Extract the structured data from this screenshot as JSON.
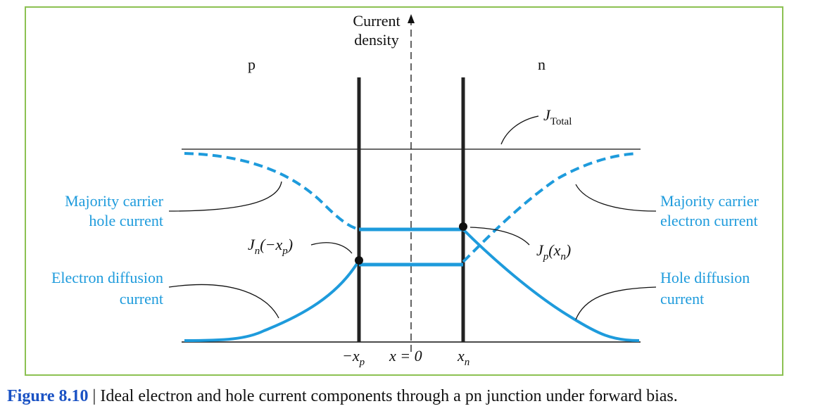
{
  "diagram": {
    "axis_label": "Current density",
    "region_p": "p",
    "region_n": "n",
    "j_total": {
      "base": "J",
      "sub": "Total"
    },
    "jn_label": {
      "base": "J",
      "sub": "n",
      "arg": "(−x",
      "arg_sub": "p",
      "close": ")"
    },
    "jp_label": {
      "base": "J",
      "sub": "p",
      "arg": "(x",
      "arg_sub": "n",
      "close": ")"
    },
    "majority_hole": [
      "Majority carrier",
      "hole current"
    ],
    "majority_electron": [
      "Majority carrier",
      "electron current"
    ],
    "electron_diffusion": [
      "Electron diffusion",
      "current"
    ],
    "hole_diffusion": [
      "Hole diffusion",
      "current"
    ],
    "tick_neg_xp": {
      "prefix": "−x",
      "sub": "p"
    },
    "tick_x0": "x = 0",
    "tick_xn": {
      "prefix": "x",
      "sub": "n"
    }
  },
  "caption": {
    "label": "Figure 8.10",
    "separator": " | ",
    "text": "Ideal electron and hole current components through a pn junction under forward bias."
  },
  "colors": {
    "curve": "#1e9bdc",
    "frame": "#8cc152",
    "caption_label": "#1a52c4",
    "ink": "#111111"
  }
}
